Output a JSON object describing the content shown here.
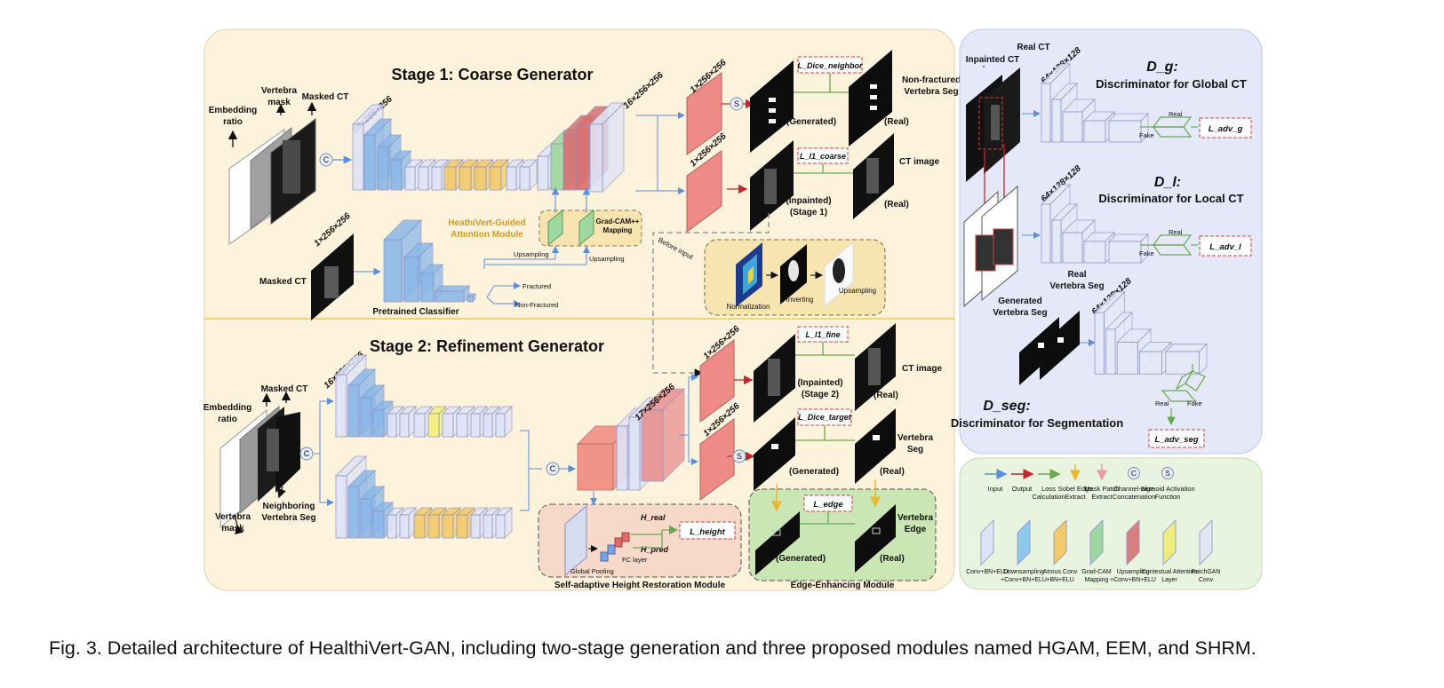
{
  "stage1": {
    "title": "Stage 1: Coarse Generator",
    "inputs": {
      "embedding": "Embedding ratio",
      "vertebra_mask": "Vertebra mask",
      "masked_ct": "Masked CT"
    },
    "encoder_dim": "16×256×256",
    "decoder_dim": "16×256×256",
    "out_seg_dim": "1×256×256",
    "out_ct_dim": "1×256×256",
    "generated": "(Generated)",
    "real": "(Real)",
    "inpainted": "(Inpainted) (Stage 1)",
    "seg_label": "Non-fractured Vertebra Seg",
    "ct_label": "CT image",
    "loss_dice_neighbor": "L_Dice_neighbor",
    "loss_l1_coarse": "L_l1_coarse"
  },
  "hgam": {
    "title": "HeathiVert-Guided Attention Module",
    "gradcam": "Grad-CAM++ Mapping",
    "upsampling": "Upsampling",
    "classifier_input": "Masked CT",
    "classifier_input_dim": "1×256×256",
    "classifier": "Pretrained Classifier",
    "fractured": "Fractured",
    "non_fractured": "Non-Fractured",
    "before_input": "Before input",
    "normalization": "Normalization",
    "inverting": "Inverting",
    "upsampling2": "Upsampling"
  },
  "stage2": {
    "title": "Stage 2: Refinement Generator",
    "inputs": {
      "embedding": "Embedding ratio",
      "masked_ct": "Masked CT",
      "vertebra_mask": "Vertebra mask",
      "neighbor_seg": "Neighboring Vertebra Seg"
    },
    "encoder_dim": "16×256×256",
    "fused_dim": "17×256×256",
    "out_ct_dim": "1×256×256",
    "out_seg_dim": "1×256×256",
    "inpainted": "(Inpainted) (Stage 2)",
    "real": "(Real)",
    "generated": "(Generated)",
    "ct_label": "CT image",
    "seg_label": "Vertebra Seg",
    "loss_l1_fine": "L_l1_fine",
    "loss_dice_target": "L_Dice_target"
  },
  "shrm": {
    "title": "Self-adaptive Height Restoration Module",
    "global_pooling": "Global Pooling",
    "fc_layer": "FC layer",
    "h_real": "H_real",
    "h_pred": "H_pred",
    "loss": "L_height"
  },
  "eem": {
    "title": "Edge-Enhancing Module",
    "loss": "L_edge",
    "generated": "(Generated)",
    "real": "(Real)",
    "edge_label": "Vertebra Edge"
  },
  "discriminators": {
    "global": {
      "symbol": "D_g:",
      "title": "Discriminator for Global CT",
      "inpainted": "Inpainted CT",
      "real": "Real CT",
      "dim": "64×128×128",
      "real_out": "Real",
      "fake_out": "Fake",
      "loss": "L_adv_g"
    },
    "local": {
      "symbol": "D_l:",
      "title": "Discriminator for Local CT",
      "dim": "64×128×128",
      "real_out": "Real",
      "fake_out": "Fake",
      "loss": "L_adv_l"
    },
    "seg": {
      "symbol": "D_seg:",
      "title": "Discriminator for Segmentation",
      "generated": "Generated Vertebra Seg",
      "real": "Real Vertebra Seg",
      "dim": "64×128×128",
      "real_out": "Real",
      "fake_out": "Fake",
      "loss": "L_adv_seg"
    }
  },
  "legend": {
    "arrows": [
      {
        "label": "Input",
        "color": "#5b8fd6"
      },
      {
        "label": "Output",
        "color": "#c0282d"
      },
      {
        "label": "Loss Calculation",
        "color": "#6aa84f"
      },
      {
        "label": "Sobel Edge Extract",
        "color": "#e8b830"
      },
      {
        "label": "Mask Patch Extract",
        "color": "#e89aa8"
      }
    ],
    "ops": [
      {
        "symbol": "C",
        "label": "Channel-wise Concatenation"
      },
      {
        "symbol": "S",
        "label": "Sigmoid Activation Function"
      }
    ],
    "blocks": [
      {
        "label": "Conv+BN+ELU",
        "color": "#dfe3f7"
      },
      {
        "label": "Downsampling +Conv+BN+ELU",
        "color": "#8ec9ec"
      },
      {
        "label": "Atrous Conv +BN+ELU",
        "color": "#f3ca6a"
      },
      {
        "label": "Grad-CAM Mapping",
        "color": "#9fd7a0"
      },
      {
        "label": "Upsampling +Conv+BN+ELU",
        "color": "#d78080"
      },
      {
        "label": "Contextual Attention Layer",
        "color": "#eeec7a"
      },
      {
        "label": "PatchGAN Conv",
        "color": "#e3e6f2"
      }
    ]
  },
  "caption": "Fig. 3.  Detailed architecture of HealthiVert-GAN, including two-stage generation and three proposed modules named HGAM, EEM, and SHRM."
}
